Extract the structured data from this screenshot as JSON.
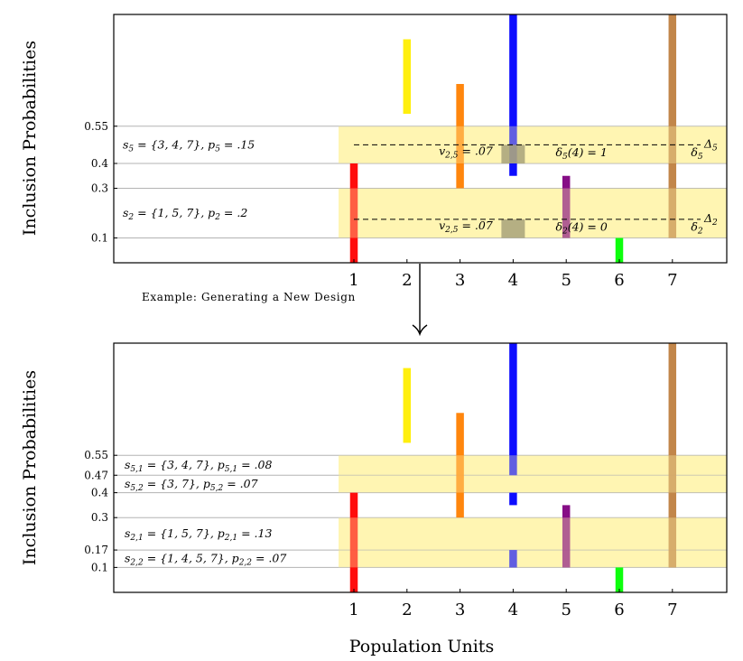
{
  "chart_data": [
    {
      "type": "bar",
      "xlabel": "",
      "ylabel": "Inclusion Probabilities",
      "x_tick_labels": [
        "1",
        "2",
        "3",
        "4",
        "5",
        "6",
        "7"
      ],
      "y_tick_labels": [
        "0.55",
        "0.4",
        "0.3",
        "0.1"
      ],
      "y_tick_values": [
        0.55,
        0.4,
        0.3,
        0.1
      ],
      "ylim": [
        0,
        1.0
      ],
      "grid": "horizontal at y ticks",
      "bars": [
        {
          "unit": 1,
          "y0": 0.0,
          "y1": 0.4,
          "color": "#ff0000"
        },
        {
          "unit": 2,
          "y0": 0.6,
          "y1": 0.9,
          "color": "#ffee00"
        },
        {
          "unit": 3,
          "y0": 0.3,
          "y1": 0.72,
          "color": "#ff8000"
        },
        {
          "unit": 4,
          "y0": 0.35,
          "y1": 1.0,
          "color": "#0000ff"
        },
        {
          "unit": 5,
          "y0": 0.1,
          "y1": 0.35,
          "color": "#7f007f"
        },
        {
          "unit": 6,
          "y0": 0.0,
          "y1": 0.1,
          "color": "#00ff00"
        },
        {
          "unit": 7,
          "y0": 0.1,
          "y1": 1.0,
          "color": "#bf8040"
        }
      ],
      "bands": [
        {
          "y0": 0.4,
          "y1": 0.55,
          "label": "s_5 = {3, 4, 7}, p_5 = .15"
        },
        {
          "y0": 0.1,
          "y1": 0.3,
          "label": "s_2 = {1, 5, 7}, p_2 = .2"
        }
      ],
      "dashed_lines": [
        {
          "y": 0.475,
          "end_label": "Δ_5"
        },
        {
          "y": 0.175,
          "end_label": "Δ_2"
        }
      ],
      "grey_blocks": [
        {
          "unit": 4,
          "y0": 0.4,
          "y1": 0.475
        },
        {
          "unit": 4,
          "y0": 0.1,
          "y1": 0.175
        }
      ],
      "annotations": [
        {
          "text": "v_{2,5} = .07",
          "near_unit": 2.6,
          "y": 0.435
        },
        {
          "text": "δ_5(4) = 1",
          "near_unit": 4.8,
          "y": 0.43
        },
        {
          "text": "δ_5",
          "near_unit": 7.35,
          "y": 0.43
        },
        {
          "text": "v_{2,5} = .07",
          "near_unit": 2.6,
          "y": 0.135
        },
        {
          "text": "δ_2(4) = 0",
          "near_unit": 4.8,
          "y": 0.13
        },
        {
          "text": "δ_2",
          "near_unit": 7.35,
          "y": 0.13
        }
      ]
    },
    {
      "type": "bar",
      "xlabel": "Population Units",
      "ylabel": "Inclusion Probabilities",
      "x_tick_labels": [
        "1",
        "2",
        "3",
        "4",
        "5",
        "6",
        "7"
      ],
      "y_tick_labels": [
        "0.55",
        "0.47",
        "0.4",
        "0.3",
        "0.17",
        "0.1"
      ],
      "y_tick_values": [
        0.55,
        0.47,
        0.4,
        0.3,
        0.17,
        0.1
      ],
      "ylim": [
        0,
        1.0
      ],
      "grid": "horizontal at y ticks",
      "bars": [
        {
          "unit": 1,
          "y0": 0.0,
          "y1": 0.4,
          "color": "#ff0000"
        },
        {
          "unit": 2,
          "y0": 0.6,
          "y1": 0.9,
          "color": "#ffee00"
        },
        {
          "unit": 3,
          "y0": 0.3,
          "y1": 0.72,
          "color": "#ff8000"
        },
        {
          "unit": 4,
          "y0": 0.47,
          "y1": 1.0,
          "color": "#0000ff"
        },
        {
          "unit": 4,
          "y0": 0.35,
          "y1": 0.4,
          "color": "#0000ff"
        },
        {
          "unit": 4,
          "y0": 0.1,
          "y1": 0.17,
          "color": "#0000ff"
        },
        {
          "unit": 5,
          "y0": 0.1,
          "y1": 0.35,
          "color": "#7f007f"
        },
        {
          "unit": 6,
          "y0": 0.0,
          "y1": 0.1,
          "color": "#00ff00"
        },
        {
          "unit": 7,
          "y0": 0.1,
          "y1": 1.0,
          "color": "#bf8040"
        }
      ],
      "bands": [
        {
          "y0": 0.4,
          "y1": 0.55
        },
        {
          "y0": 0.1,
          "y1": 0.3
        }
      ],
      "band_labels": [
        {
          "text": "s_{5,1} = {3, 4, 7}, p_{5,1} = .08",
          "y": 0.51
        },
        {
          "text": "s_{5,2} = {3, 7}, p_{5,2} = .07",
          "y": 0.435
        },
        {
          "text": "s_{2,1} = {1, 5, 7}, p_{2,1} = .13",
          "y": 0.235
        },
        {
          "text": "s_{2,2} = {1, 4, 5, 7}, p_{2,2} = .07",
          "y": 0.135
        }
      ]
    }
  ],
  "caption": "Example: Generating a New Design",
  "colors": {
    "band": "#fff5b3",
    "grid": "#b3b3b3",
    "grey_block": "#a8a27a"
  }
}
